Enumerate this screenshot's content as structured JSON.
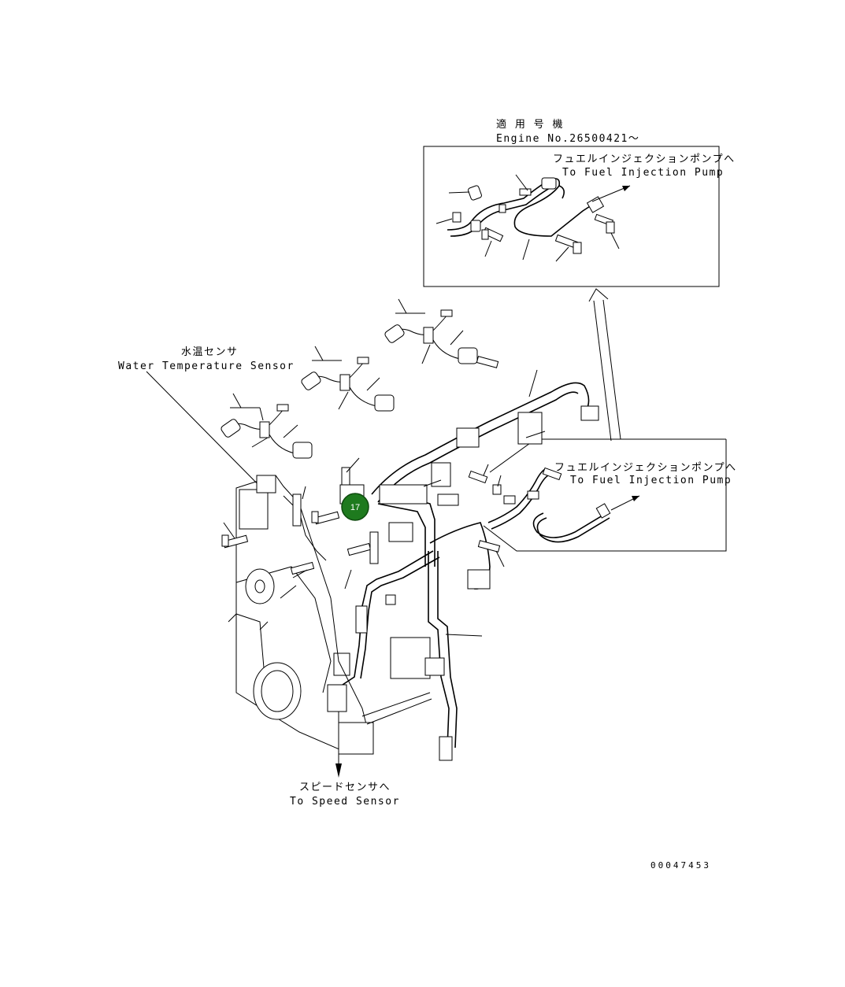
{
  "applicability": {
    "title_jp": "適 用 号 機",
    "engine_no": "Engine No.26500421〜"
  },
  "callouts": {
    "fuel_pump_upper_jp": "フュエルインジェクションポンプへ",
    "fuel_pump_upper_en": "To Fuel Injection Pump",
    "fuel_pump_lower_jp": "フュエルインジェクションポンプへ",
    "fuel_pump_lower_en": "To Fuel Injection Pump",
    "water_temp_jp": "水温センサ",
    "water_temp_en": "Water Temperature Sensor",
    "speed_sensor_jp": "スピードセンサへ",
    "speed_sensor_en": "To Speed Sensor"
  },
  "badge": {
    "number": "17",
    "color": "#1e7a1e"
  },
  "drawing_code": "00047453"
}
